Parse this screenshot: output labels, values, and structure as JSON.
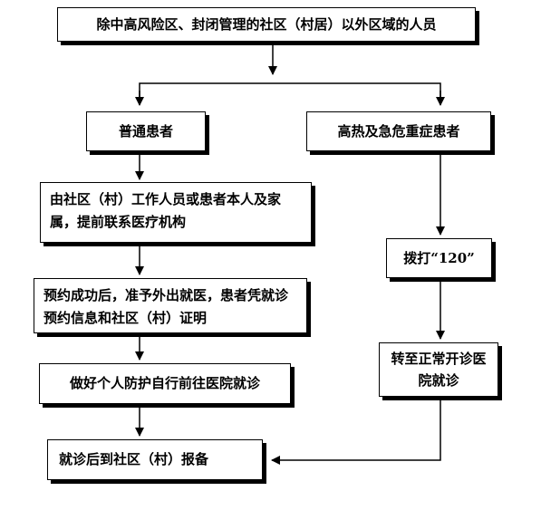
{
  "top": {
    "text": "除中高风险区、封闭管理的社区（村居）以外区域的人员"
  },
  "left_branch": {
    "header": "普通患者",
    "step1": "由社区（村）工作人员或患者本人及家属，提前联系医疗机构",
    "step2": "预约成功后，准予外出就医，患者凭就诊预约信息和社区（村）证明",
    "step3": "做好个人防护自行前往医院就诊",
    "step4": "就诊后到社区（村）报备"
  },
  "right_branch": {
    "header": "高热及急危重症患者",
    "step1": "拨打“120”",
    "step2": "转至正常开诊医院就诊"
  }
}
